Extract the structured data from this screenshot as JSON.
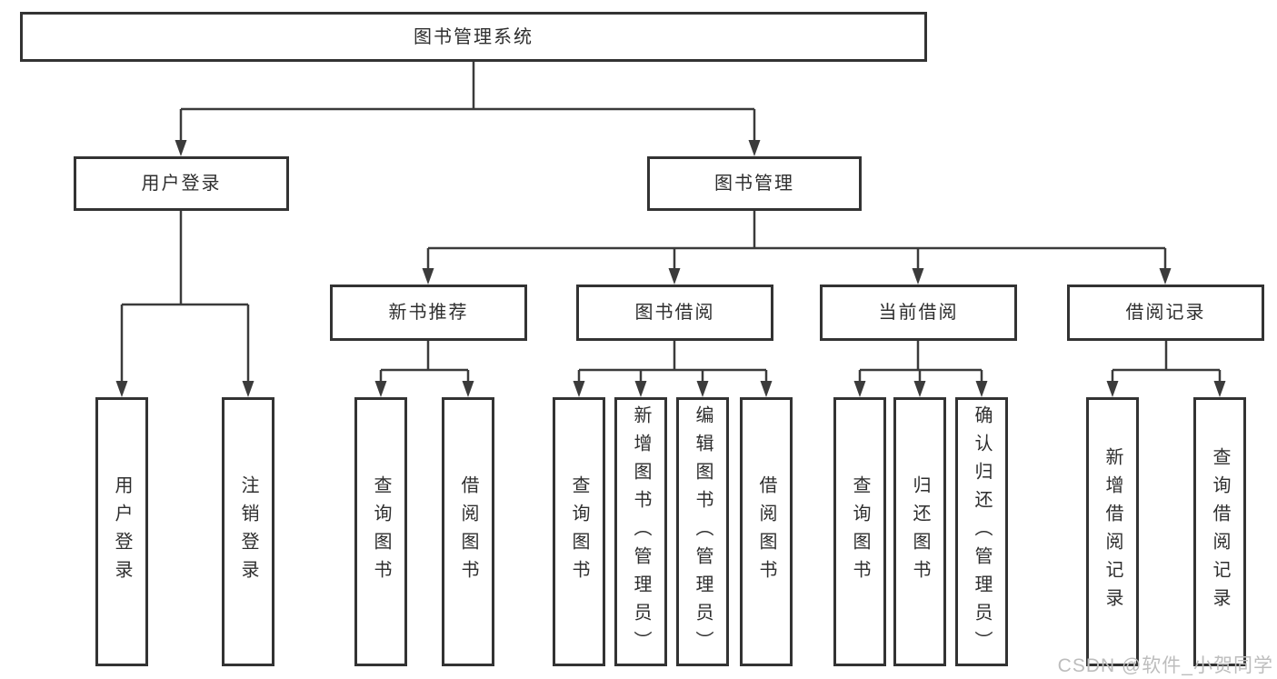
{
  "diagram_type": "functional-decomposition-tree",
  "tree": {
    "label": "图书管理系统",
    "children": [
      {
        "label": "用户登录",
        "children": [
          {
            "label": "用户登录"
          },
          {
            "label": "注销登录"
          }
        ]
      },
      {
        "label": "图书管理",
        "children": [
          {
            "label": "新书推荐",
            "children": [
              {
                "label": "查询图书"
              },
              {
                "label": "借阅图书"
              }
            ]
          },
          {
            "label": "图书借阅",
            "children": [
              {
                "label": "查询图书"
              },
              {
                "label": "新增图书（管理员）"
              },
              {
                "label": "编辑图书（管理员）"
              },
              {
                "label": "借阅图书"
              }
            ]
          },
          {
            "label": "当前借阅",
            "children": [
              {
                "label": "查询图书"
              },
              {
                "label": "归还图书"
              },
              {
                "label": "确认归还（管理员）"
              }
            ]
          },
          {
            "label": "借阅记录",
            "children": [
              {
                "label": "新增借阅记录"
              },
              {
                "label": "查询借阅记录"
              }
            ]
          }
        ]
      }
    ]
  },
  "watermark": {
    "text": "CSDN @软件_小贺同学"
  },
  "colors": {
    "line": "#3b3b3b",
    "box_border": "#333333",
    "box_fill": "#ffffff",
    "text": "#2e2e2e",
    "watermark": "#bdbdbd",
    "background": "#ffffff"
  }
}
